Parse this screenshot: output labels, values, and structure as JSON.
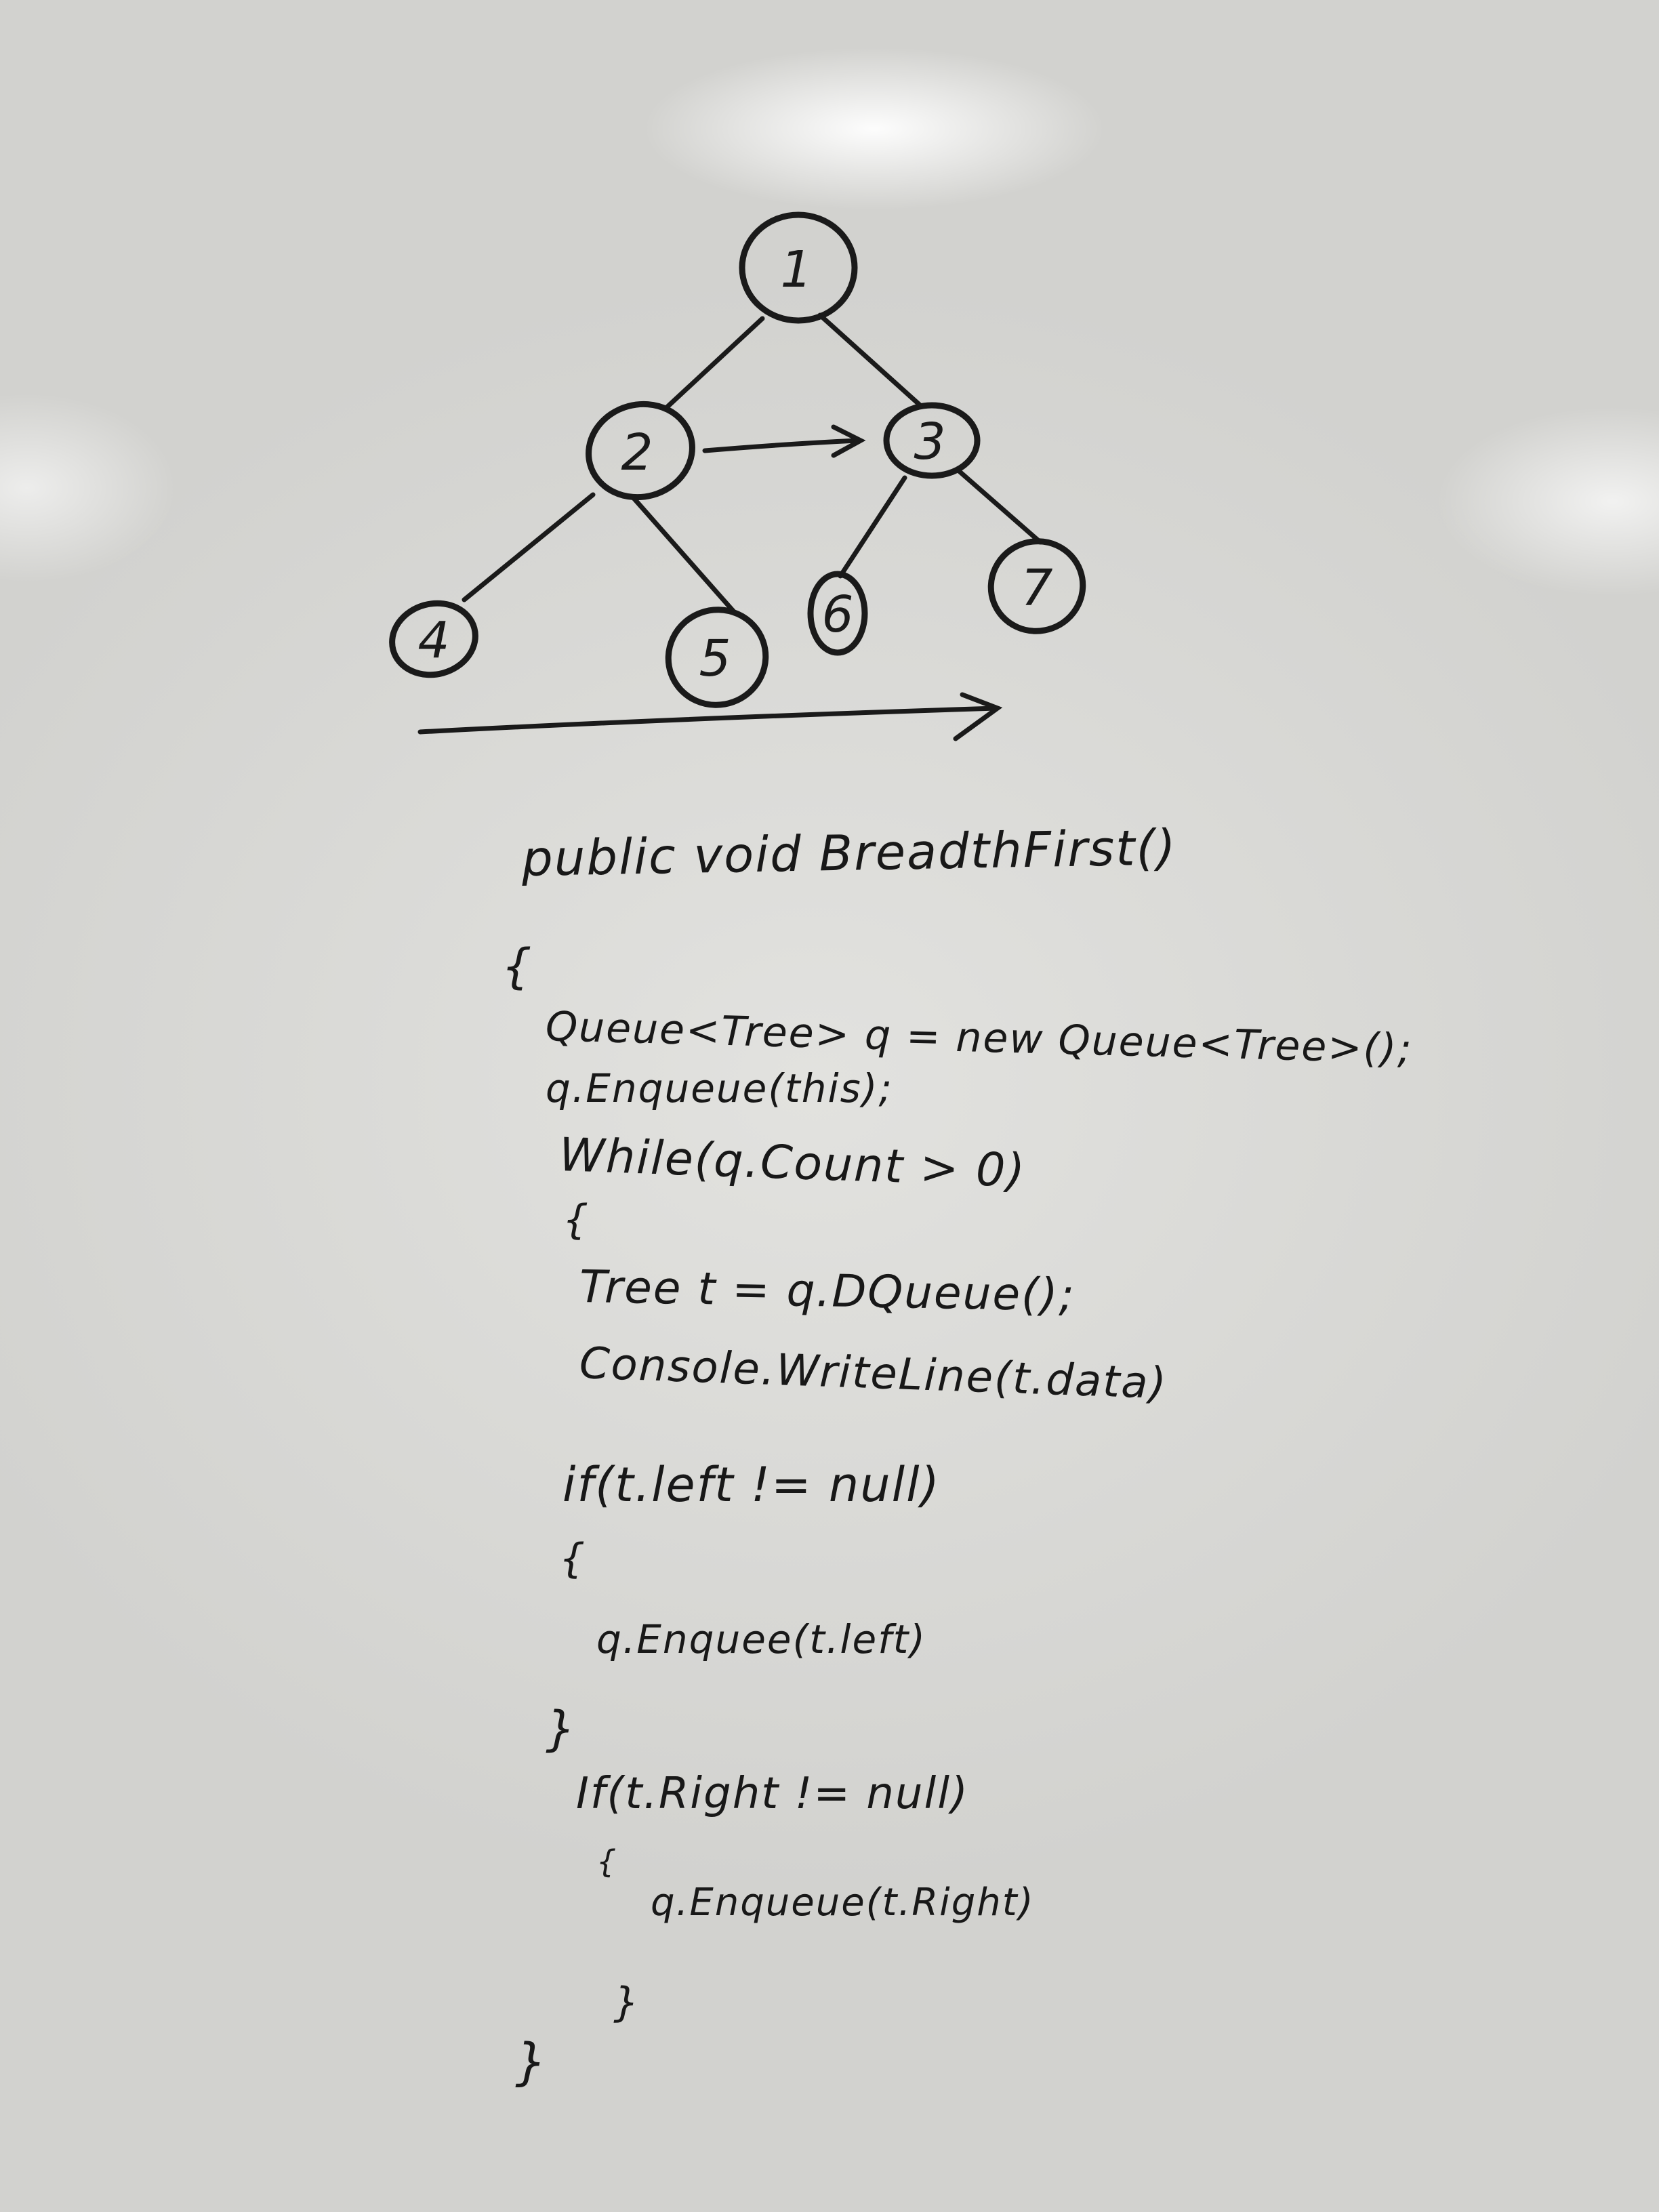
{
  "tree": {
    "nodes": [
      {
        "id": "n1",
        "label": "1"
      },
      {
        "id": "n2",
        "label": "2"
      },
      {
        "id": "n3",
        "label": "3"
      },
      {
        "id": "n4",
        "label": "4"
      },
      {
        "id": "n5",
        "label": "5"
      },
      {
        "id": "n6",
        "label": "6"
      },
      {
        "id": "n7",
        "label": "7"
      }
    ],
    "edges": [
      {
        "from": "1",
        "to": "2"
      },
      {
        "from": "1",
        "to": "3"
      },
      {
        "from": "2",
        "to": "4"
      },
      {
        "from": "2",
        "to": "5"
      },
      {
        "from": "3",
        "to": "6"
      },
      {
        "from": "3",
        "to": "7"
      }
    ],
    "level_arrow": {
      "from": "2",
      "to": "3"
    }
  },
  "code": {
    "signature": "public void BreadthFirst()",
    "open_brace": "{",
    "queue_decl": "Queue<Tree> q = new Queue<Tree>();",
    "enqueue_root": "q.Enqueue(this);",
    "while_line": "While(q.Count > 0)",
    "while_open": "{",
    "dequeue_line": "Tree t = q.DQueue();",
    "writeline": "Console.WriteLine(t.data)",
    "if_left": "if(t.left != null)",
    "if_left_open": "{",
    "enqueue_left": "q.Enquee(t.left)",
    "if_left_close": "}",
    "if_right": "If(t.Right != null)",
    "if_right_open": "{",
    "enqueue_right": "q.Enqueue(t.Right)",
    "while_close": "}",
    "close_brace": "}"
  }
}
